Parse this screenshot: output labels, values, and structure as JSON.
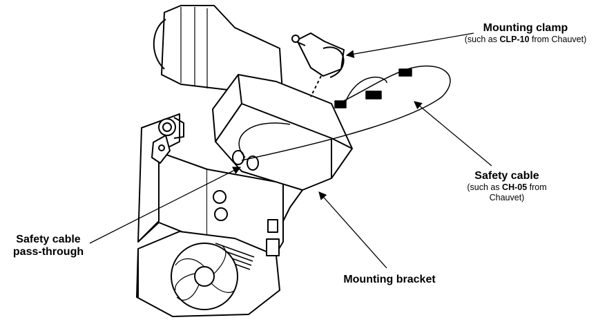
{
  "labels": {
    "mounting_clamp": {
      "title": "Mounting clamp",
      "sub_pre": "(such as ",
      "sub_model": "CLP-10",
      "sub_post": " from Chauvet)"
    },
    "safety_cable": {
      "title": "Safety cable",
      "line1_pre": "(such as ",
      "line1_model": "CH-05",
      "line1_post": " from",
      "line2": "Chauvet)"
    },
    "pass_through": {
      "line1": "Safety cable",
      "line2": "pass-through"
    },
    "mounting_bracket": {
      "title": "Mounting bracket"
    }
  },
  "colors": {
    "ink": "#000000",
    "paper": "#ffffff",
    "shade": "#e6e6e6"
  }
}
